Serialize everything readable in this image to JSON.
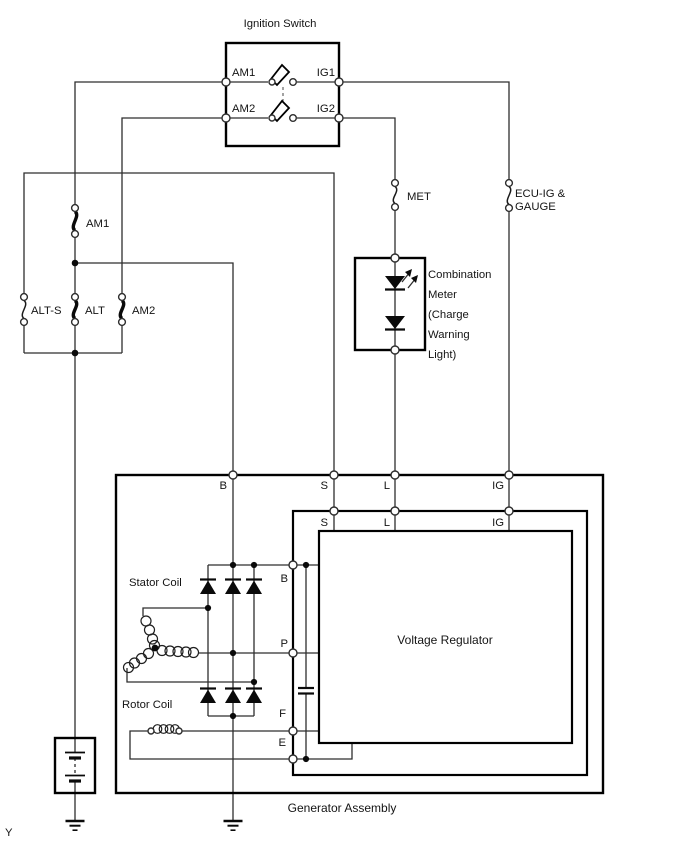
{
  "ignition_switch": {
    "title": "Ignition Switch",
    "am1": "AM1",
    "ig1": "IG1",
    "am2": "AM2",
    "ig2": "IG2"
  },
  "fuses": {
    "am1": "AM1",
    "alt_s": "ALT-S",
    "alt": "ALT",
    "am2": "AM2",
    "met": "MET",
    "ecu_line1": "ECU-IG &",
    "ecu_line2": "GAUGE"
  },
  "meter": {
    "lines": [
      "Combination",
      "Meter",
      "(Charge",
      "Warning",
      "Light)"
    ]
  },
  "generator": {
    "label": "Generator Assembly",
    "outer": {
      "b": "B",
      "s": "S",
      "l": "L",
      "ig": "IG"
    },
    "inner": {
      "s": "S",
      "l": "L",
      "ig": "IG"
    },
    "reg_terms": {
      "b": "B",
      "p": "P",
      "f": "F",
      "e": "E"
    },
    "stator": "Stator Coil",
    "rotor": "Rotor Coil",
    "voltage_regulator": "Voltage Regulator"
  },
  "footnote": "Y",
  "colors": {
    "line": "#2e2e2e",
    "box": "#000000",
    "background": "#ffffff"
  }
}
